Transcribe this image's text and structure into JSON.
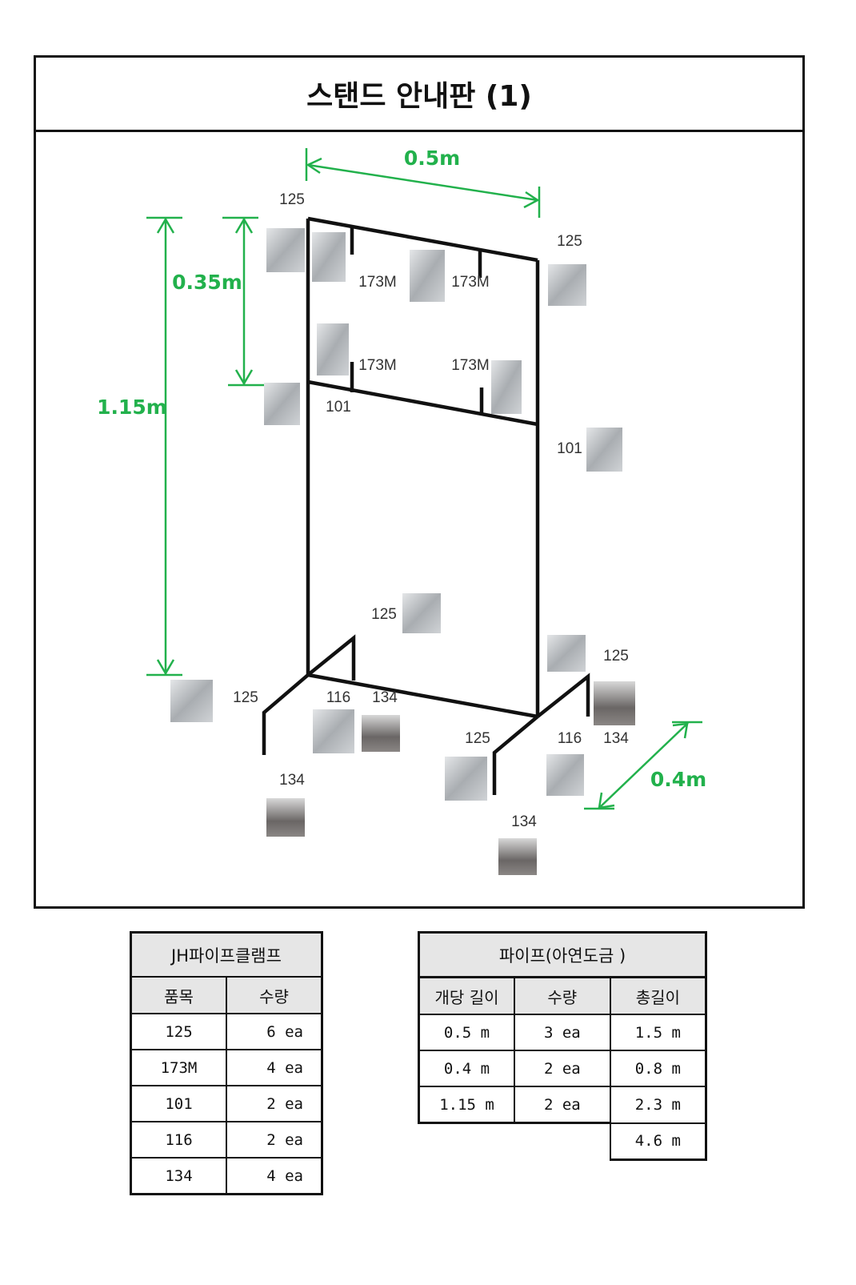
{
  "title": "스탠드 안내판 (1)",
  "colors": {
    "dimension": "#22b14c",
    "frame": "#111111",
    "header_bg": "#e6e6e6"
  },
  "dimensions": {
    "width": "0.5m",
    "total_height": "1.15m",
    "sign_height": "0.35m",
    "depth": "0.4m"
  },
  "fitting_labels": {
    "f125": "125",
    "f173M": "173M",
    "f101": "101",
    "f116": "116",
    "f134": "134"
  },
  "clamp_table": {
    "title": "JH파이프클램프",
    "headers": [
      "품목",
      "수량"
    ],
    "rows": [
      [
        "125",
        "6 ea"
      ],
      [
        "173M",
        "4 ea"
      ],
      [
        "101",
        "2 ea"
      ],
      [
        "116",
        "2 ea"
      ],
      [
        "134",
        "4 ea"
      ]
    ]
  },
  "pipe_table": {
    "title": "파이프(아연도금 )",
    "headers": [
      "개당 길이",
      "수량",
      "총길이"
    ],
    "rows": [
      [
        "0.5 m",
        "3 ea",
        "1.5 m"
      ],
      [
        "0.4 m",
        "2 ea",
        "0.8 m"
      ],
      [
        "1.15 m",
        "2 ea",
        "2.3 m"
      ]
    ],
    "total": "4.6 m"
  }
}
